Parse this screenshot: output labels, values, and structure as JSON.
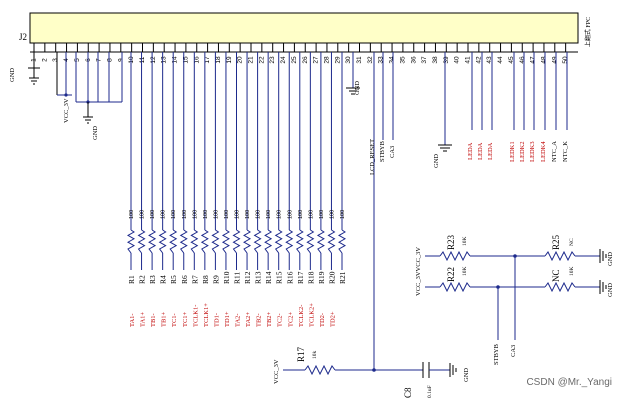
{
  "colors": {
    "wire": "#1d2a8c",
    "label_red": "#c00000",
    "connector_fill": "#ffffc8",
    "text": "#000000"
  },
  "connector": {
    "ref": "J2",
    "name": "上翻式 FPC",
    "pins": [
      "1",
      "2",
      "3",
      "4",
      "5",
      "6",
      "7",
      "8",
      "9",
      "10",
      "11",
      "12",
      "13",
      "14",
      "15",
      "16",
      "17",
      "18",
      "19",
      "20",
      "21",
      "22",
      "23",
      "24",
      "25",
      "26",
      "27",
      "28",
      "29",
      "30",
      "31",
      "32",
      "33",
      "34",
      "35",
      "36",
      "37",
      "38",
      "39",
      "40",
      "41",
      "42",
      "43",
      "44",
      "45",
      "46",
      "47",
      "48",
      "49",
      "50"
    ]
  },
  "power": {
    "vcc_3v": "VCC_3V",
    "gnd": "GND",
    "vcc_3v_pair": "VCC_3VVCC_3V"
  },
  "nets": {
    "lcd_reset": "LCD_RESET",
    "stbyb": "STBYB",
    "ca3": "CA3",
    "leda": [
      "LEDA",
      "LEDA",
      "LEDA"
    ],
    "ledk": [
      "LEDK1",
      "LEDK2",
      "LEDK3",
      "LEDK4"
    ],
    "ntc": [
      "NTC_A",
      "NTC_K"
    ]
  },
  "resistor_array": {
    "values": [
      "100",
      "100",
      "100",
      "100",
      "100",
      "100",
      "100",
      "100",
      "100",
      "100",
      "100",
      "100",
      "100",
      "100",
      "100",
      "100",
      "100",
      "100",
      "100",
      "100",
      "100"
    ],
    "refs": [
      "R1",
      "R2",
      "R3",
      "R4",
      "R5",
      "R6",
      "R7",
      "R8",
      "R9",
      "R10",
      "R11",
      "R12",
      "R13",
      "R14",
      "R15",
      "R16",
      "R17",
      "R18",
      "R19",
      "R20",
      "R21"
    ],
    "signals": [
      "TA1-",
      "TA1+",
      "TB1-",
      "TB1+",
      "TC1-",
      "TC1+",
      "TCLK1-",
      "TCLK1+",
      "TD1-",
      "TD1+",
      "TA2-",
      "TA2+",
      "TB2-",
      "TB2+",
      "TC2-",
      "TC2+",
      "TCLK2-",
      "TCLK2+",
      "TD2-",
      "TD2+"
    ]
  },
  "reset_circuit": {
    "resistor_ref": "R17",
    "resistor_value": "10k",
    "cap_ref": "C8",
    "cap_value": "0.1uF"
  },
  "strap_circuit": {
    "r23": {
      "ref": "R23",
      "value": "10K"
    },
    "r22": {
      "ref": "R22",
      "value": "10K"
    },
    "r25": {
      "ref": "R25",
      "value": "NC"
    },
    "nc": {
      "ref": "NC",
      "value": "10K"
    }
  },
  "watermark": "CSDN @Mr._Yangi"
}
